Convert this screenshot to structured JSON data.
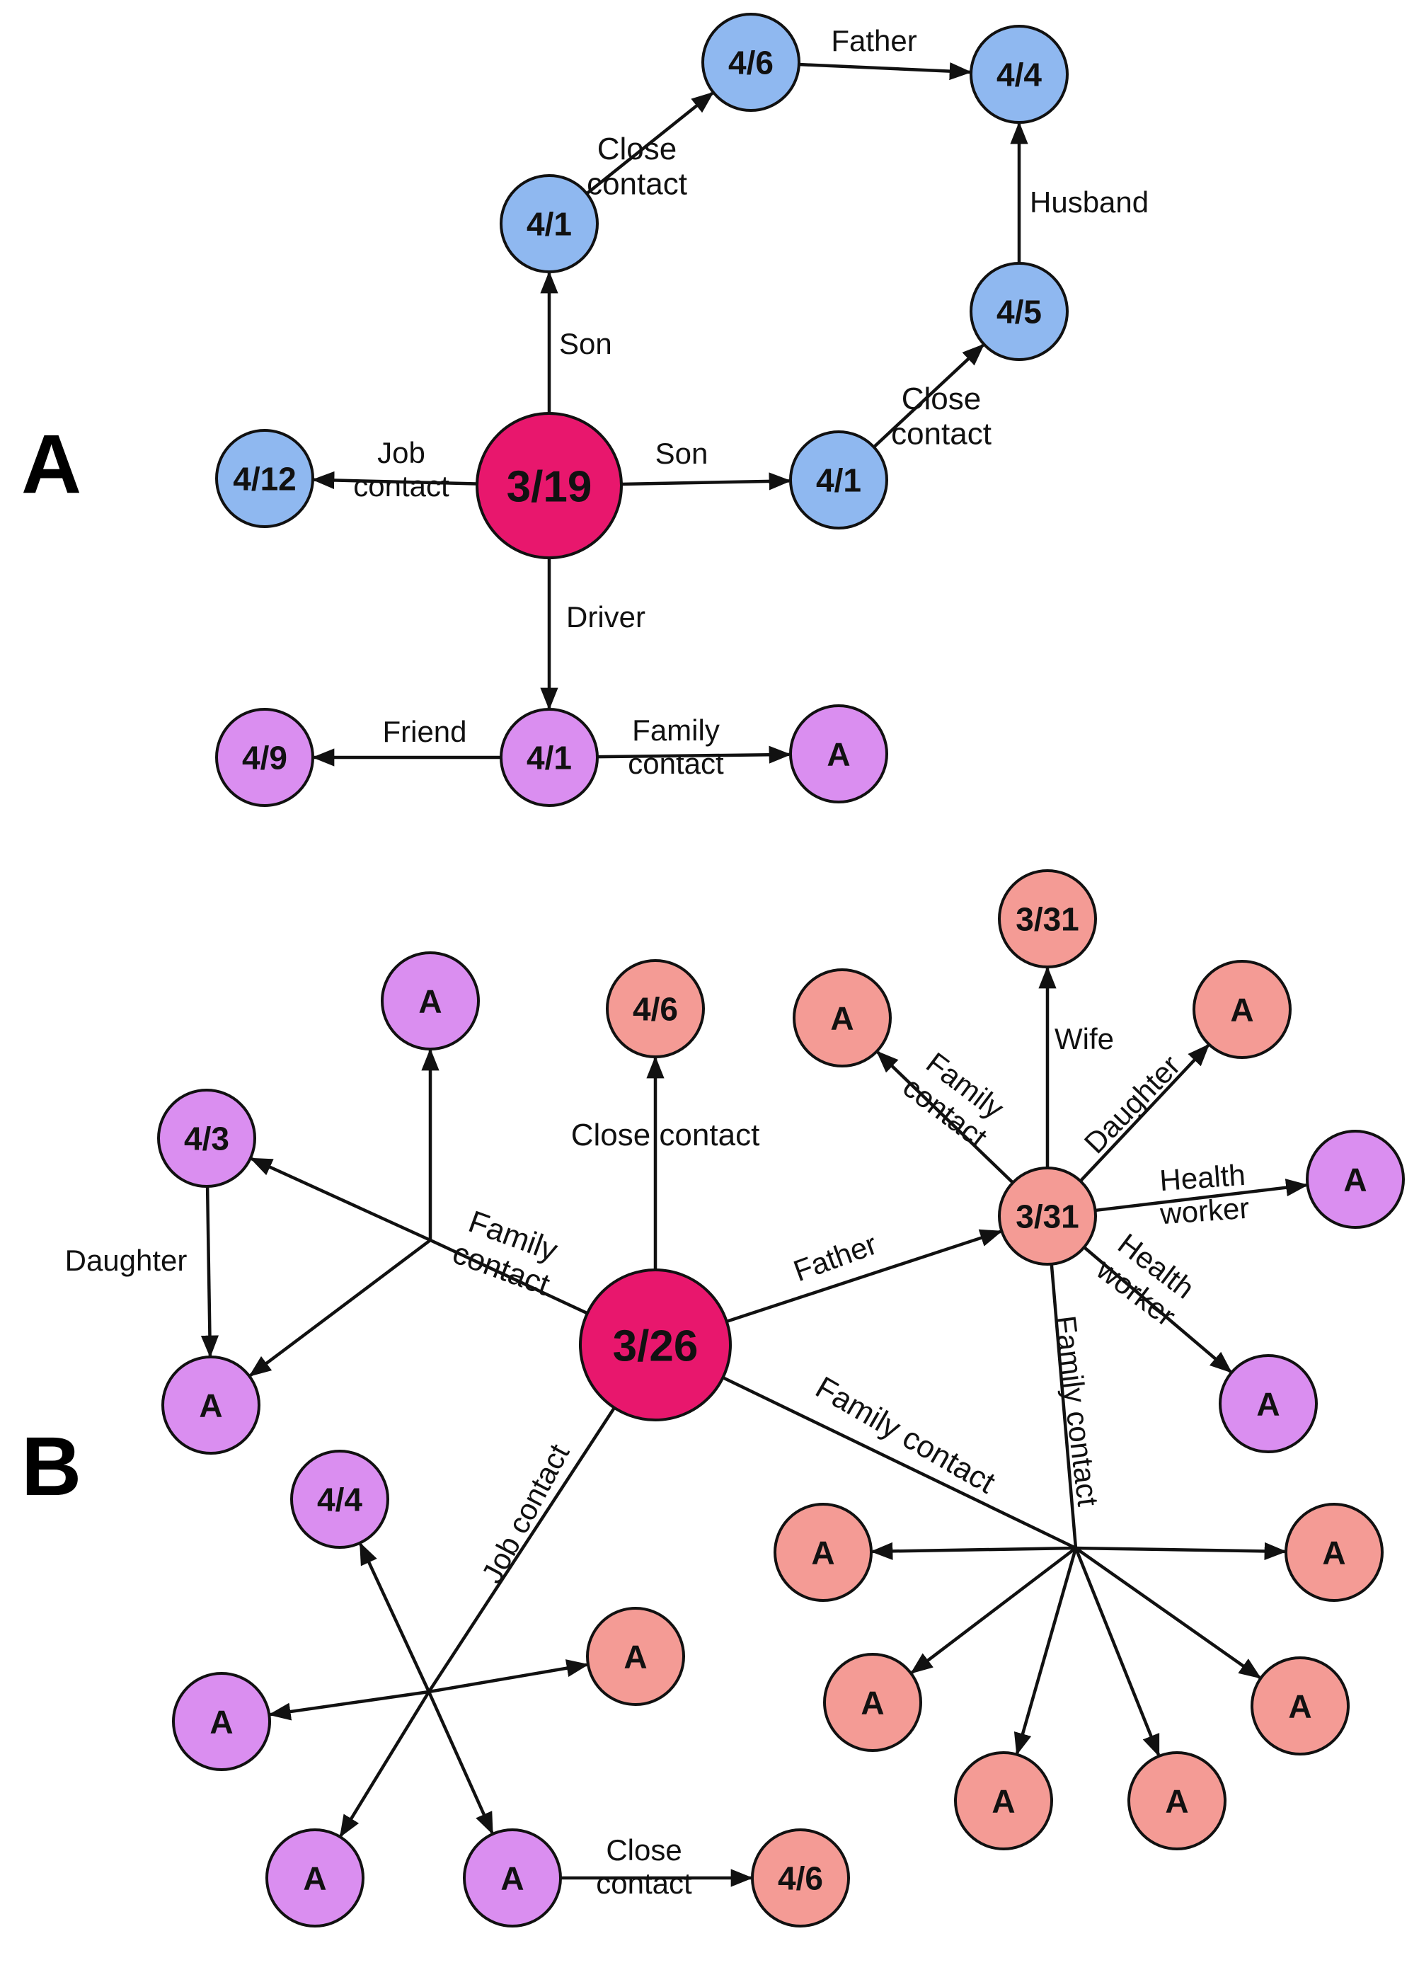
{
  "colors": {
    "index_case": "#e8176d",
    "blue": "#8fb8f0",
    "purple": "#da8ef0",
    "salmon": "#f49b95",
    "stroke": "#111111"
  },
  "panel_a": {
    "label": "A",
    "nodes": {
      "a_root": "3/19",
      "a_son_up": "4/1",
      "a_close_up": "4/6",
      "a_father": "4/4",
      "a_husband": "4/5",
      "a_son_right": "4/1",
      "a_job": "4/12",
      "a_driver": "4/1",
      "a_friend": "4/9",
      "a_family_a": "A"
    },
    "edges": {
      "son_up": "Son",
      "close_contact_up": [
        "Close",
        "contact"
      ],
      "father": "Father",
      "husband": "Husband",
      "close_contact_right": [
        "Close",
        "contact"
      ],
      "son_right": "Son",
      "job_contact": [
        "Job",
        "contact"
      ],
      "driver": "Driver",
      "friend": "Friend",
      "family_contact": [
        "Family",
        "contact"
      ]
    }
  },
  "panel_b": {
    "label": "B",
    "nodes": {
      "b_root": "3/26",
      "b_close_top": "4/6",
      "b_3_31_hub": "3/31",
      "b_3_31_top": "3/31",
      "b_fam_a_left": "A",
      "b_daughter_a": "A",
      "b_health_a_1": "A",
      "b_health_a_2": "A",
      "b_4_3": "4/3",
      "b_top_a": "A",
      "b_left_a": "A",
      "b_4_4": "4/4",
      "b_job_salmon_a": "A",
      "b_job_left_a": "A",
      "b_job_bottom_a": "A",
      "b_job_bottom_mid_a": "A",
      "b_close_bottom": "4/6",
      "b_fam_1": "A",
      "b_fam_2": "A",
      "b_fam_3": "A",
      "b_fam_4": "A",
      "b_fam_5": "A",
      "b_fam_6": "A"
    },
    "edges": {
      "close_contact_top": "Close contact",
      "father": "Father",
      "family_contact_left": [
        "Family",
        "contact"
      ],
      "daughter": "Daughter",
      "job_contact": "Job contact",
      "family_contact_right": "Family contact",
      "wife": "Wife",
      "family_contact_hub": [
        "Family",
        "contact"
      ],
      "daughter_hub": "Daughter",
      "health_worker_1": [
        "Health",
        "worker"
      ],
      "health_worker_2": [
        "Health",
        "worker"
      ],
      "family_contact_vertical": "Family contact",
      "close_contact_bottom": [
        "Close",
        "contact"
      ]
    }
  }
}
